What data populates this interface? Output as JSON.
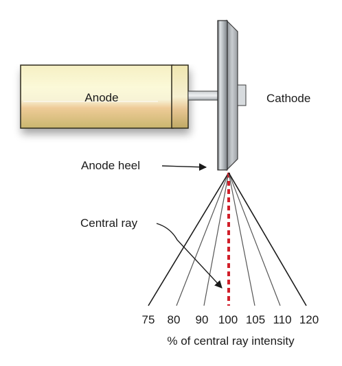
{
  "labels": {
    "anode": "Anode",
    "cathode": "Cathode",
    "anode_heel": "Anode heel",
    "central_ray": "Central ray",
    "axis_caption": "% of central ray intensity"
  },
  "intensity_ticks": [
    "75",
    "80",
    "90",
    "100",
    "105",
    "110",
    "120"
  ],
  "central_ray_value": "100",
  "colors": {
    "tube_light": "#fbf9d8",
    "tube_mid": "#e9dea0",
    "tube_dark": "#c9b66e",
    "tube_amber": "#eecb97",
    "plate_light": "#dfe3e6",
    "plate_mid": "#b8bdc1",
    "plate_dark": "#5c6064",
    "central_ray": "#d11f2a",
    "beam_line": "#555555",
    "text": "#1a1a1a"
  }
}
